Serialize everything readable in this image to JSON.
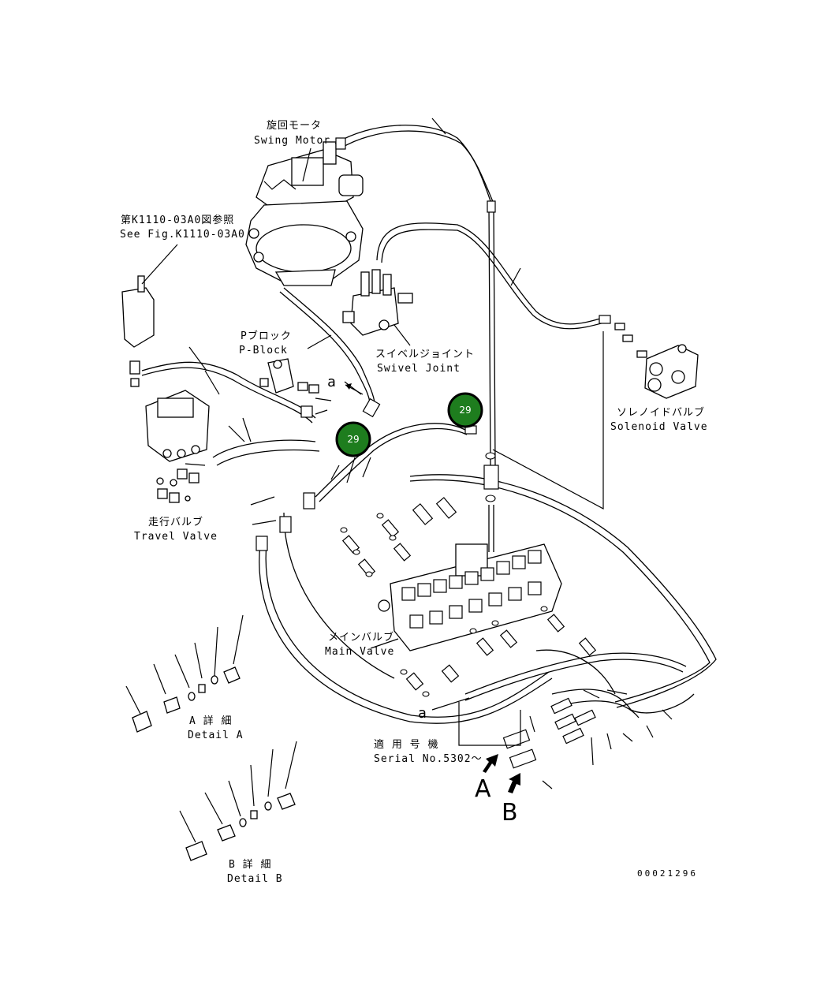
{
  "labels": {
    "swing_motor_jp": "旋回モータ",
    "swing_motor_en": "Swing Motor",
    "see_fig_jp": "第K1110-03A0図参照",
    "see_fig_en": "See Fig.K1110-03A0",
    "p_block_jp": "Pブロック",
    "p_block_en": "P-Block",
    "swivel_jp": "スイベルジョイント",
    "swivel_en": "Swivel Joint",
    "solenoid_jp": "ソレノイドバルブ",
    "solenoid_en": "Solenoid Valve",
    "travel_jp": "走行バルブ",
    "travel_en": "Travel Valve",
    "main_jp": "メインバルブ",
    "main_en": "Main Valve",
    "detail_a_jp": "A 詳 細",
    "detail_a_en": "Detail A",
    "detail_b_jp": "B 詳 細",
    "detail_b_en": "Detail B",
    "serial_jp": "適 用 号 機",
    "serial_en": "Serial No.5302～",
    "marker_a_upper": "A",
    "marker_b_upper": "B",
    "marker_a_lower_1": "a",
    "marker_a_lower_2": "a",
    "drawing_no": "00021296"
  },
  "callouts": [
    {
      "id": "badge-1",
      "text": "29"
    },
    {
      "id": "badge-2",
      "text": "29"
    }
  ],
  "colors": {
    "badge_fill": "#1e7d1e",
    "badge_ring": "#000000",
    "line": "#000000"
  }
}
